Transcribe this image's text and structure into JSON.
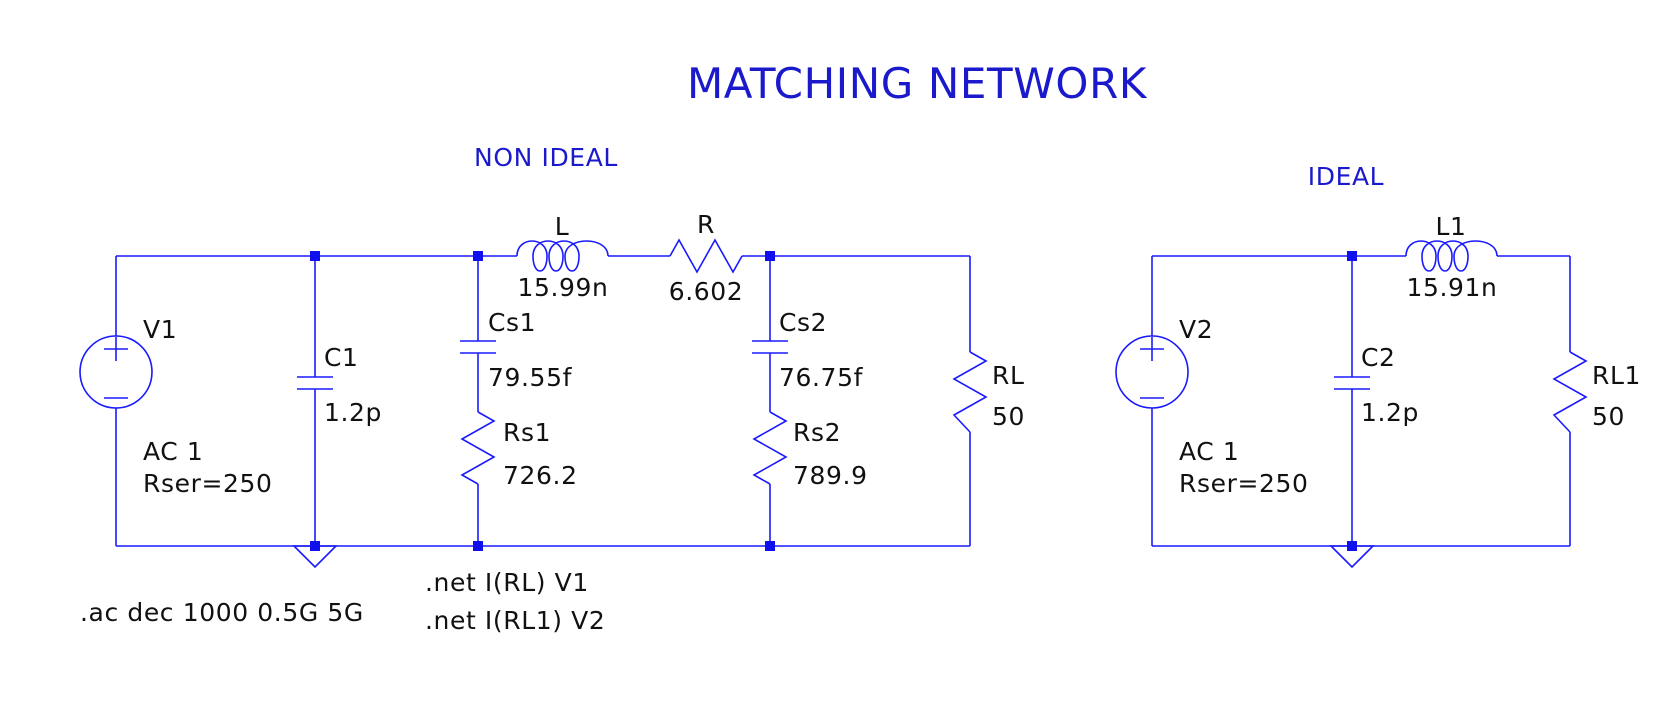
{
  "title": "MATCHING NETWORK",
  "sections": {
    "non_ideal": "NON IDEAL",
    "ideal": "IDEAL"
  },
  "colors": {
    "wire": "#1a1aff",
    "comment": "#1a1acc",
    "label": "#111111",
    "junction": "#1010ee"
  },
  "non_ideal": {
    "V1": {
      "name": "V1",
      "ac": "AC 1",
      "rser": "Rser=250"
    },
    "C1": {
      "name": "C1",
      "value": "1.2p"
    },
    "Cs1": {
      "name": "Cs1",
      "value": "79.55f"
    },
    "Rs1": {
      "name": "Rs1",
      "value": "726.2"
    },
    "L": {
      "name": "L",
      "value": "15.99n"
    },
    "R": {
      "name": "R",
      "value": "6.602"
    },
    "Cs2": {
      "name": "Cs2",
      "value": "76.75f"
    },
    "Rs2": {
      "name": "Rs2",
      "value": "789.9"
    },
    "RL": {
      "name": "RL",
      "value": "50"
    }
  },
  "ideal": {
    "V2": {
      "name": "V2",
      "ac": "AC 1",
      "rser": "Rser=250"
    },
    "C2": {
      "name": "C2",
      "value": "1.2p"
    },
    "L1": {
      "name": "L1",
      "value": "15.91n"
    },
    "RL1": {
      "name": "RL1",
      "value": "50"
    }
  },
  "directives": {
    "ac": ".ac dec 1000 0.5G 5G",
    "net1": ".net I(RL) V1",
    "net2": ".net I(RL1) V2"
  }
}
